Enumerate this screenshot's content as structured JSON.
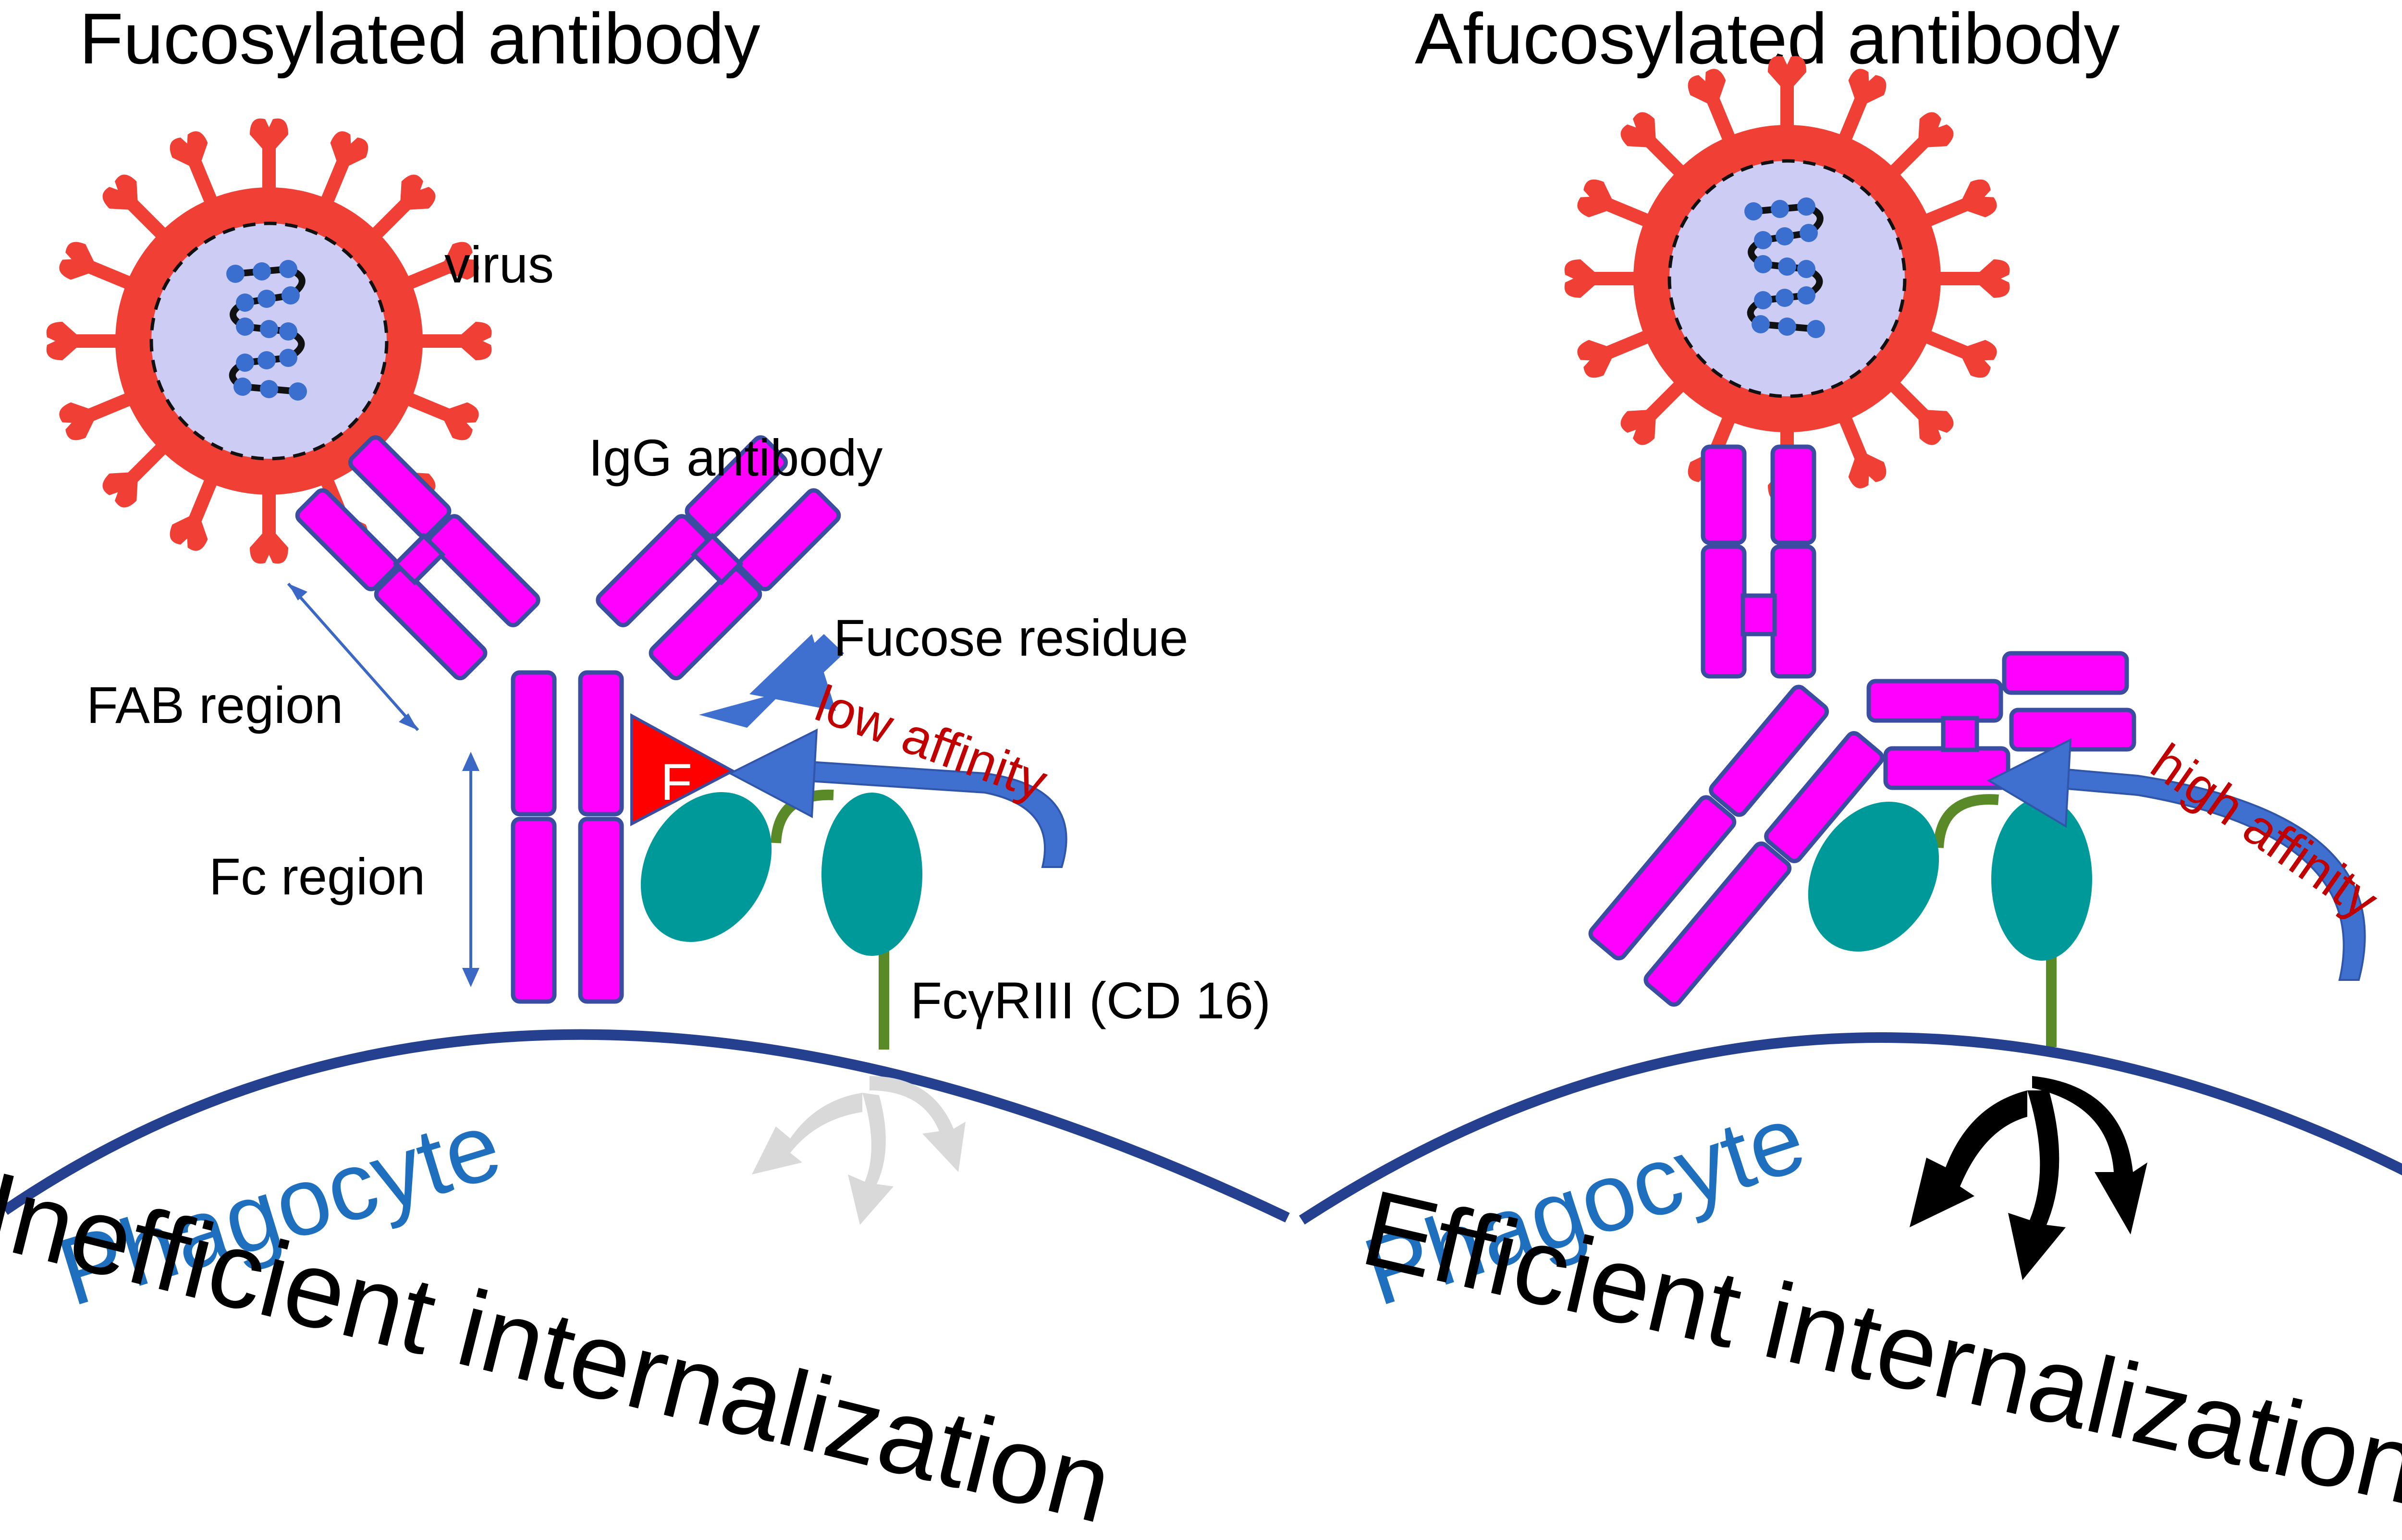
{
  "panels": {
    "left": {
      "title": "Fucosylated antibody",
      "virus_label": "virus",
      "antibody_label": "IgG antibody",
      "fucose_label": "Fucose residue",
      "fucose_marker": "F",
      "affinity_label": "low affinity",
      "fab_label": "FAB region",
      "fc_label": "Fc region",
      "receptor_label": "FcγRIII (CD 16)",
      "cell_label": "Phagocyte",
      "outcome": "Inefficient internalization"
    },
    "right": {
      "title": "Afucosylated antibody",
      "affinity_label": "high affinity",
      "cell_label": "Phagocyte",
      "outcome": "Efficient internalization"
    }
  },
  "colors": {
    "antibody": "#ff00ff",
    "antibody_outline": "#3a4da0",
    "virus_spike": "#f04035",
    "virus_core": "#ccccf5",
    "genome_node": "#3a6fd0",
    "receptor": "#009999",
    "receptor_stem": "#5a8a28",
    "membrane": "#25408f",
    "affinity_arrow": "#3f6fcf",
    "affinity_text": "#c00000",
    "phagocyte_text": "#1f6fbf",
    "fucose": "#ff0000",
    "weak_signal": "#d9d9d9",
    "strong_signal": "#000000"
  },
  "icons": [
    "virus-icon",
    "igg-antibody-icon",
    "fc-receptor-icon",
    "signal-arrows-icon",
    "fucose-triangle-icon"
  ]
}
